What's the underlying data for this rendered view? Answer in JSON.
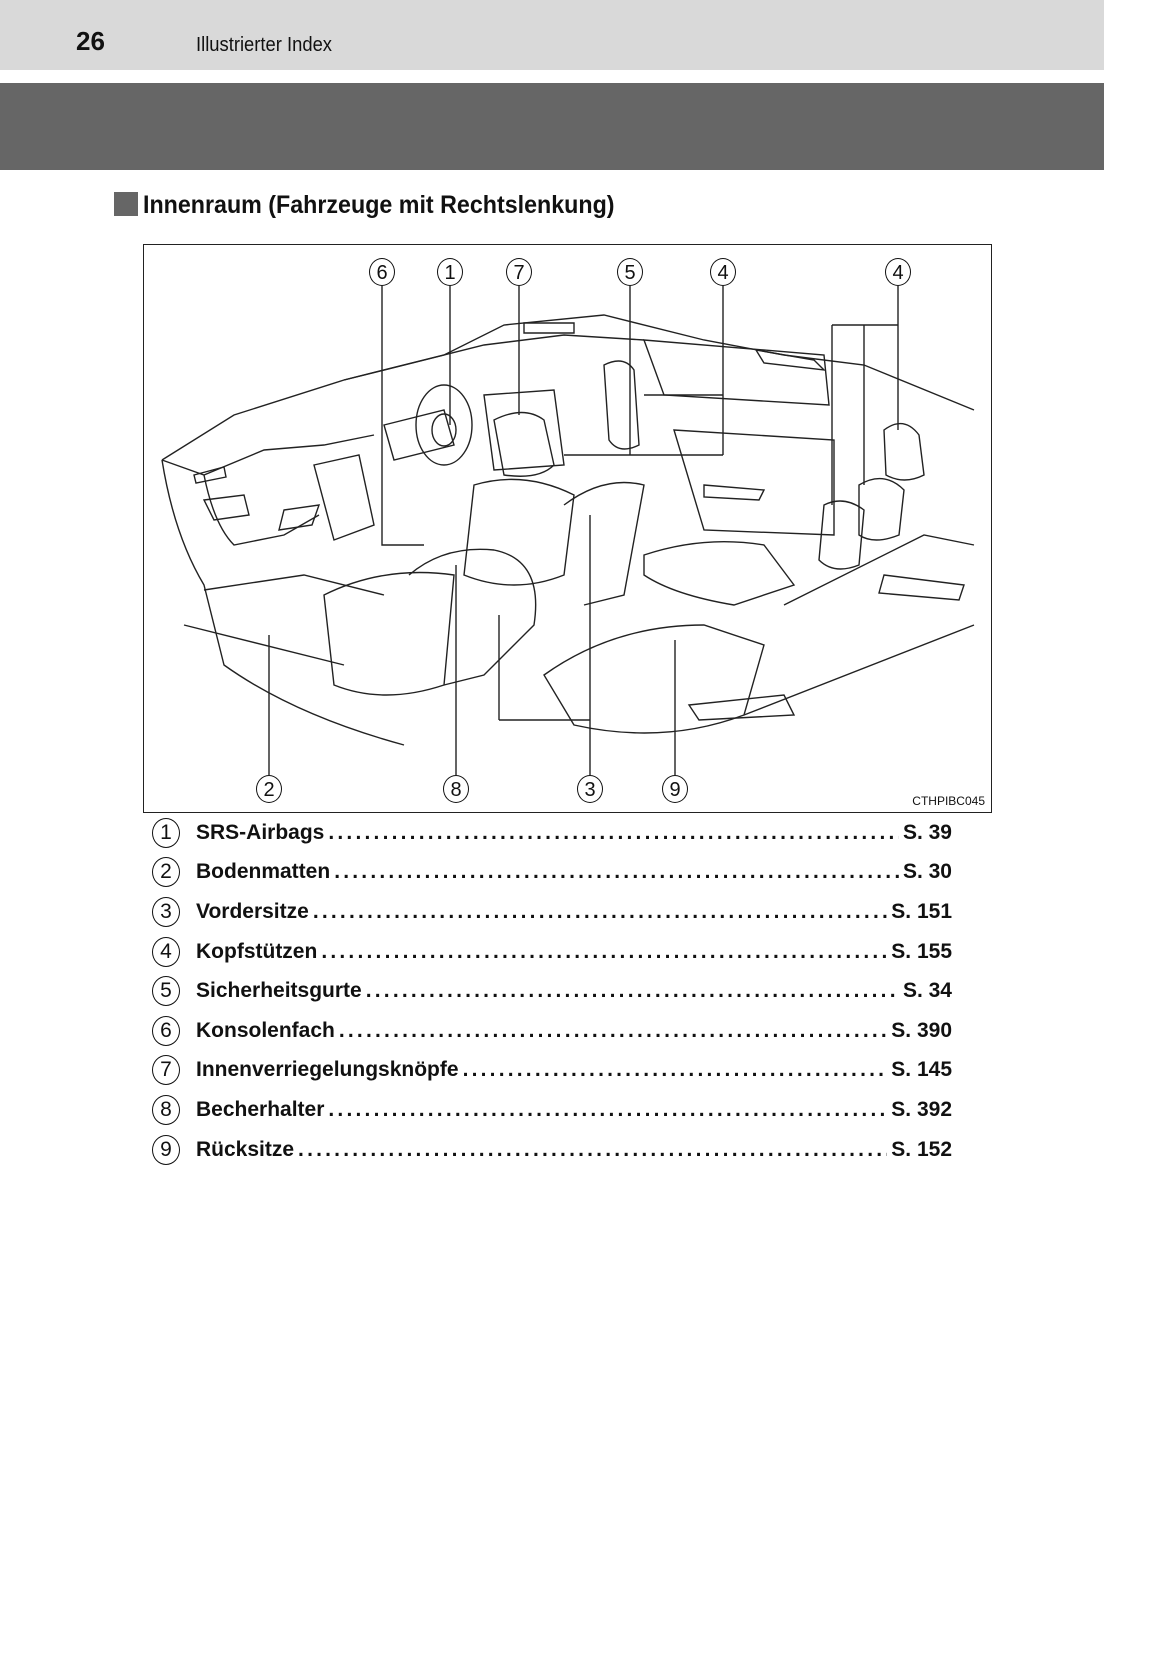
{
  "header": {
    "page_number": "26",
    "chapter": "Illustrierter Index"
  },
  "section": {
    "title": "Innenraum (Fahrzeuge mit Rechtslenkung)"
  },
  "figure": {
    "code": "CTHPIBC045",
    "callouts_top": [
      "6",
      "1",
      "7",
      "5",
      "4",
      "4"
    ],
    "callouts_bottom": [
      "2",
      "8",
      "3",
      "9"
    ]
  },
  "items": [
    {
      "num": "1",
      "label": "SRS-Airbags",
      "page": "S. 39"
    },
    {
      "num": "2",
      "label": "Bodenmatten",
      "page": "S. 30"
    },
    {
      "num": "3",
      "label": "Vordersitze",
      "page": "S. 151"
    },
    {
      "num": "4",
      "label": "Kopfstützen",
      "page": "S. 155"
    },
    {
      "num": "5",
      "label": "Sicherheitsgurte",
      "page": "S. 34"
    },
    {
      "num": "6",
      "label": "Konsolenfach",
      "page": "S. 390"
    },
    {
      "num": "7",
      "label": "Innenverriegelungsknöpfe",
      "page": "S. 145"
    },
    {
      "num": "8",
      "label": "Becherhalter",
      "page": "S. 392"
    },
    {
      "num": "9",
      "label": "Rücksitze",
      "page": "S. 152"
    }
  ]
}
